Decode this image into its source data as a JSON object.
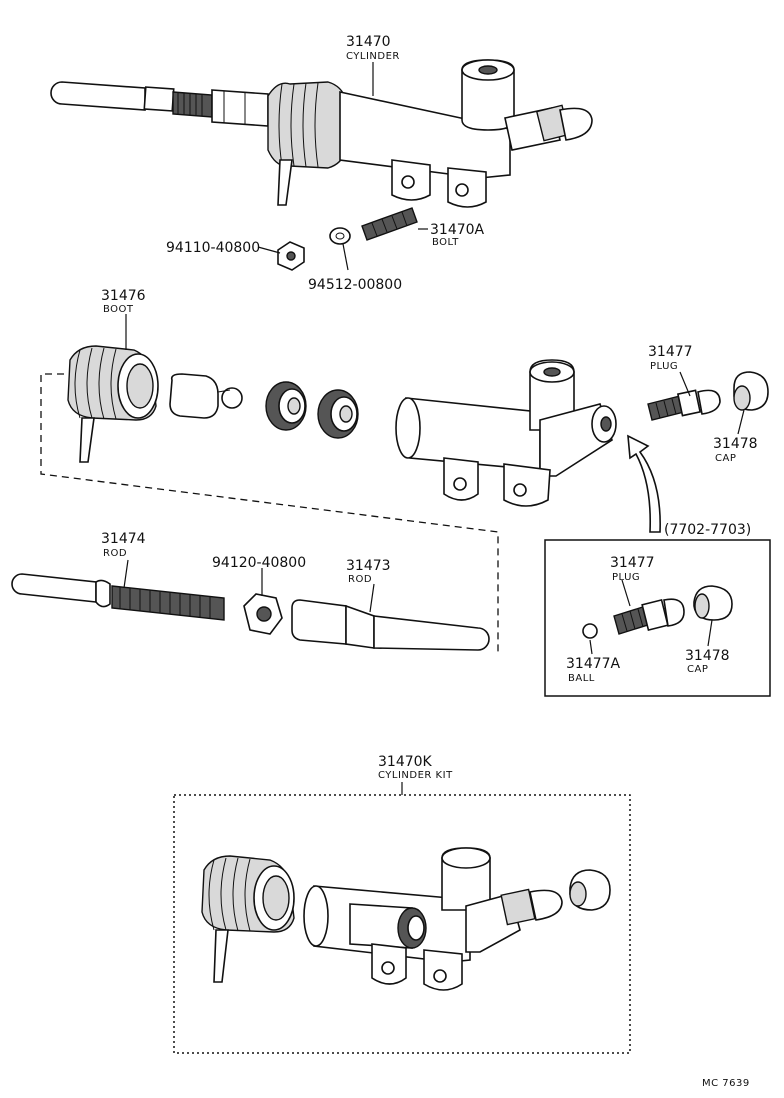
{
  "parts": {
    "cylinder": {
      "number": "31470",
      "name": "CYLINDER"
    },
    "bolt": {
      "number": "31470A",
      "name": "BOLT"
    },
    "nut_small": {
      "number": "94110-40800"
    },
    "washer": {
      "number": "94512-00800"
    },
    "boot": {
      "number": "31476",
      "name": "BOOT"
    },
    "plug": {
      "number": "31477",
      "name": "PLUG"
    },
    "cap": {
      "number": "31478",
      "name": "CAP"
    },
    "rod_long": {
      "number": "31474",
      "name": "ROD"
    },
    "nut_rod": {
      "number": "94120-40800"
    },
    "rod_end": {
      "number": "31473",
      "name": "ROD"
    },
    "inset": {
      "date_range": "(7702-7703)",
      "plug": {
        "number": "31477",
        "name": "PLUG"
      },
      "ball": {
        "number": "31477A",
        "name": "BALL"
      },
      "cap": {
        "number": "31478",
        "name": "CAP"
      }
    },
    "kit": {
      "number": "31470K",
      "name": "CYLINDER KIT"
    }
  },
  "footer": {
    "code": "MC 7639"
  }
}
